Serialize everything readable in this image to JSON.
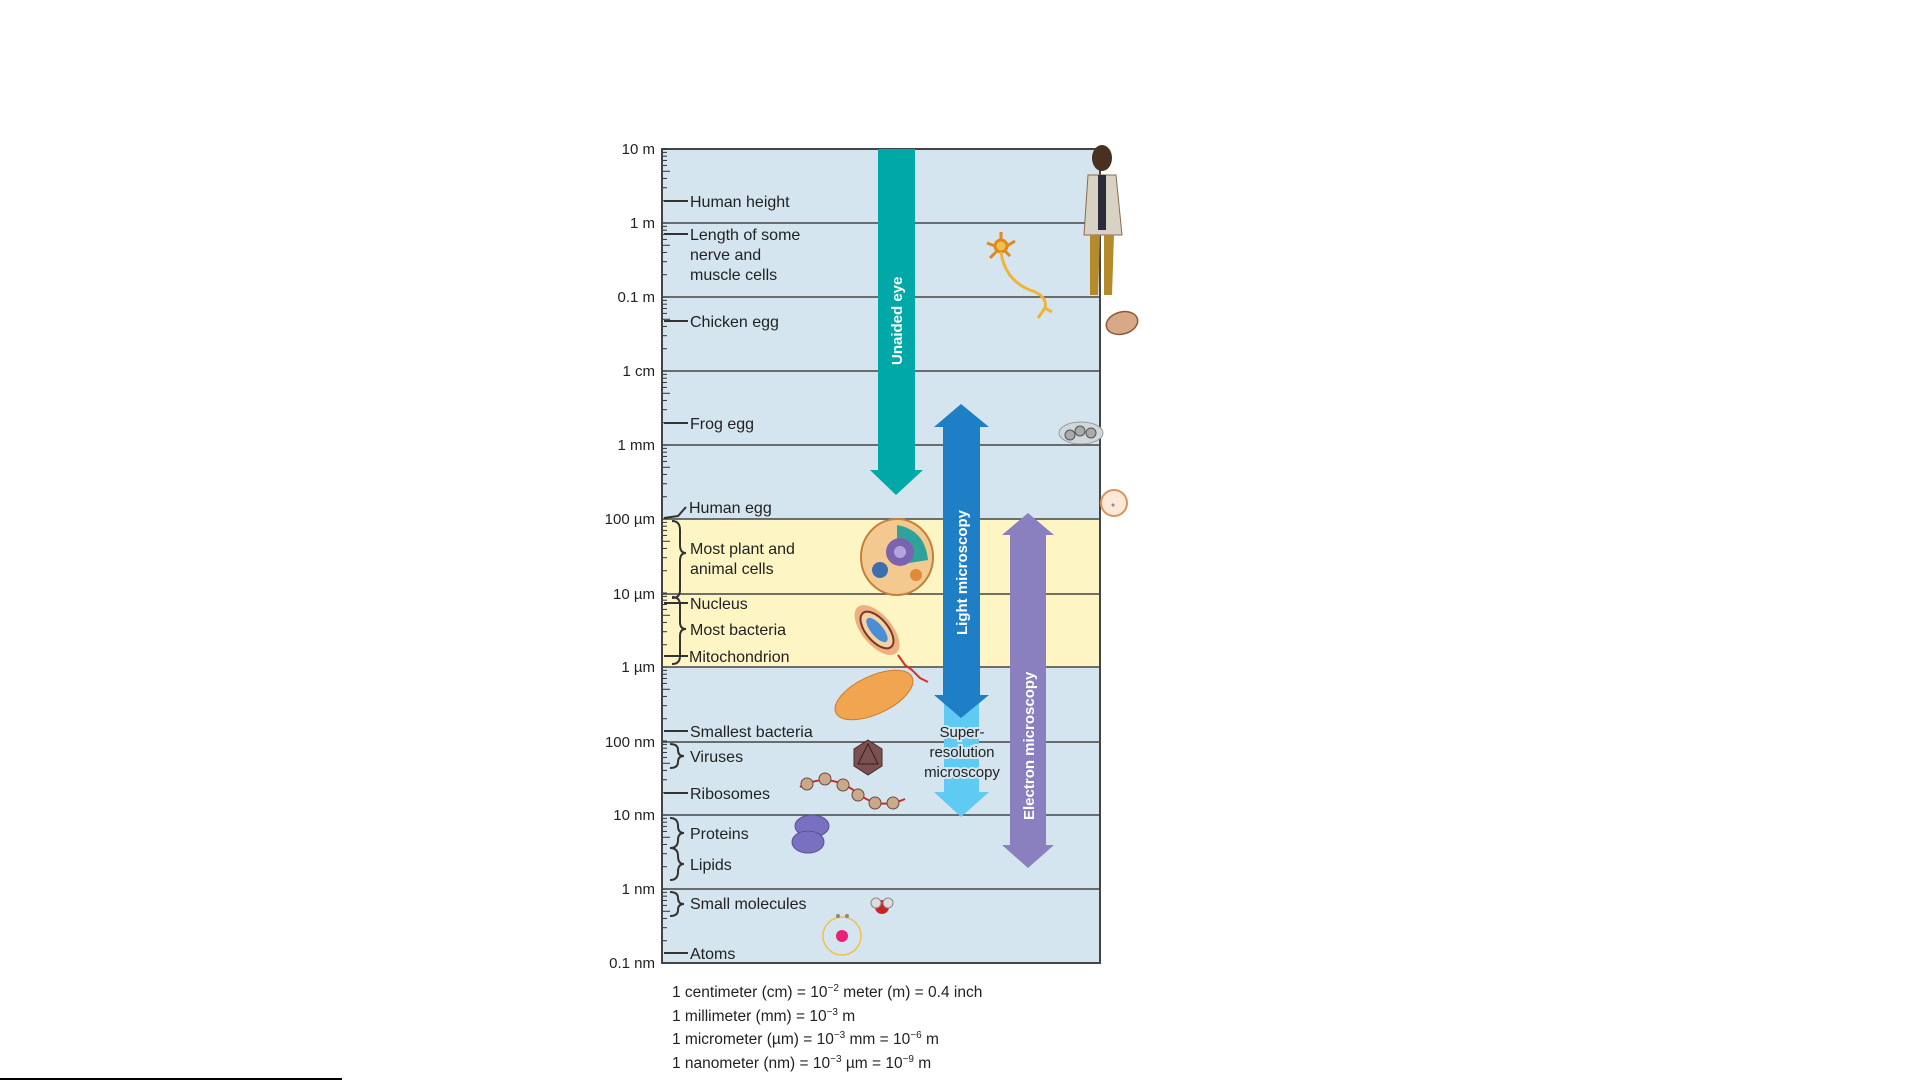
{
  "axis_labels": [
    "10 m",
    "1 m",
    "0.1 m",
    "1 cm",
    "1 mm",
    "100 µm",
    "10 µm",
    "1 µm",
    "100 nm",
    "10 nm",
    "1 nm",
    "0.1 nm"
  ],
  "items": {
    "human_height": "Human height",
    "nerve_1": "Length of some",
    "nerve_2": "nerve and",
    "nerve_3": "muscle cells",
    "chicken_egg": "Chicken egg",
    "frog_egg": "Frog egg",
    "human_egg": "Human egg",
    "cells_1": "Most plant and",
    "cells_2": "animal cells",
    "nucleus": "Nucleus",
    "bacteria": "Most bacteria",
    "mitochondrion": "Mitochondrion",
    "smallest_bacteria": "Smallest bacteria",
    "viruses": "Viruses",
    "ribosomes": "Ribosomes",
    "proteins": "Proteins",
    "lipids": "Lipids",
    "small_molecules": "Small molecules",
    "atoms": "Atoms"
  },
  "ranges": {
    "unaided_eye": "Unaided eye",
    "light_microscopy": "Light microscopy",
    "super_1": "Super-",
    "super_2": "resolution",
    "super_3": "microscopy",
    "electron_microscopy": "Electron microscopy"
  },
  "colors": {
    "band_blue": "#d5e5ef",
    "band_yellow": "#fdf6c4",
    "unaided": "#00a8a8",
    "light": "#1f7fc6",
    "super": "#5fcaf2",
    "electron": "#8a7fbf"
  },
  "notes": [
    {
      "a": "1 centimeter (cm) = 10",
      "e1": "−2",
      "b": " meter (m) = 0.4 inch"
    },
    {
      "a": "1 millimeter (mm) = 10",
      "e1": "−3",
      "b": " m"
    },
    {
      "a": "1 micrometer (µm) = 10",
      "e1": "−3",
      "b": " mm = 10",
      "e2": "−6",
      "c": " m"
    },
    {
      "a": "1 nanometer (nm) = 10",
      "e1": "−3",
      "b": " µm = 10",
      "e2": "−9",
      "c": " m"
    }
  ]
}
